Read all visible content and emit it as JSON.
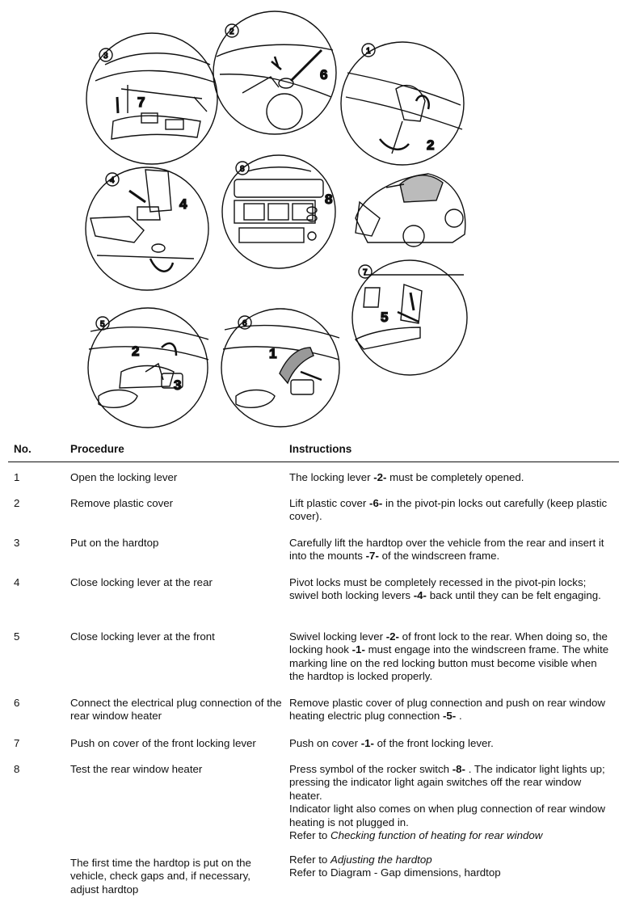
{
  "illustration": {
    "circle_numbers": [
      "1",
      "2",
      "3",
      "4",
      "5",
      "6",
      "7",
      "8"
    ],
    "callouts": [
      "2",
      "6",
      "7",
      "4",
      "8",
      "5",
      "2",
      "3",
      "1"
    ]
  },
  "table": {
    "headers": {
      "no": "No.",
      "procedure": "Procedure",
      "instructions": "Instructions"
    },
    "rows": [
      {
        "no": "1",
        "procedure": "Open the locking lever",
        "instructions": [
          "The locking lever ",
          "-2-",
          " must be completely opened."
        ]
      },
      {
        "no": "2",
        "procedure": "Remove plastic cover",
        "instructions": [
          "Lift plastic cover ",
          "-6-",
          " in the pivot-pin locks out carefully (keep plastic cover)."
        ]
      },
      {
        "no": "3",
        "procedure": "Put on the hardtop",
        "instructions": [
          "Carefully lift the hardtop over the vehicle from the rear and insert it into the mounts ",
          "-7-",
          " of the windscreen frame."
        ]
      },
      {
        "no": "4",
        "procedure": "Close locking lever at the rear",
        "instructions": [
          "Pivot locks must be completely recessed in the pivot-pin locks; swivel both locking levers ",
          "-4-",
          " back until they can be felt engaging."
        ]
      },
      {
        "no": "5",
        "procedure": "Close locking lever at the front",
        "instructions": [
          "Swivel locking lever ",
          "-2-",
          " of front lock to the rear. When doing so, the locking hook ",
          "-1-",
          " must engage into the windscreen frame. The white marking line on the red locking button must become visible when the hardtop is locked properly."
        ]
      },
      {
        "no": "6",
        "procedure": "Connect the electrical plug connection of the rear window heater",
        "instructions": [
          "Remove plastic cover of plug connection and push on rear window heating electric plug connection ",
          "-5-",
          " ."
        ]
      },
      {
        "no": "7",
        "procedure": "Push on cover of the front locking lever",
        "instructions": [
          "Push on cover ",
          "-1-",
          " of the front locking lever."
        ]
      },
      {
        "no": "8",
        "procedure": "Test the rear window heater",
        "instructions": [
          "Press symbol of the rocker switch ",
          "-8-",
          " . The indicator light lights up; pressing the indicator light again switches off the rear window heater."
        ],
        "extra_1": "Indicator light also comes on when plug connection of rear window heating is not plugged in.",
        "extra_2_prefix": "Refer to ",
        "extra_2_link": "Checking function of heating for rear window"
      },
      {
        "no": "",
        "procedure": "The first time the hardtop is put on the vehicle, check gaps and, if necessary, adjust hardtop",
        "ref_1_prefix": "Refer to ",
        "ref_1_link": "Adjusting the hardtop",
        "ref_2": "Refer to Diagram - Gap dimensions, hardtop"
      }
    ]
  }
}
